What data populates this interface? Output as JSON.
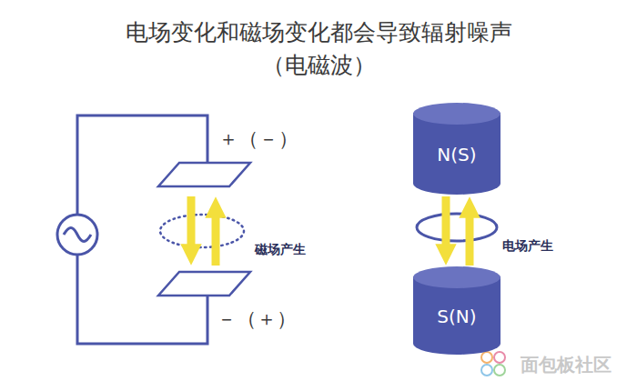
{
  "diagram": {
    "title": "电场变化和磁场变化都会导致辐射噪声 （电磁波）",
    "nodes": [
      {
        "text": [
          "N(S)"
        ]
      },
      {
        "text": [
          "S(N)"
        ]
      }
    ],
    "labels": [
      "＋（－）",
      "－（＋）",
      "磁场产生",
      "电场产生",
      "面包板社区"
    ]
  }
}
